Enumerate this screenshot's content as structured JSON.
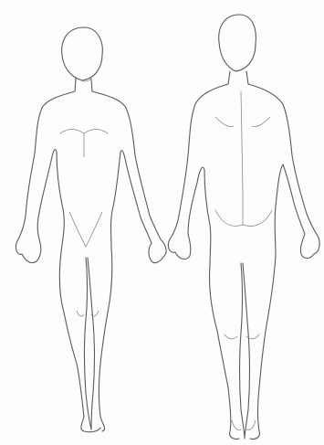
{
  "diagram": {
    "figures": [
      {
        "view": "front",
        "icon": "body-front-outline"
      },
      {
        "view": "back",
        "icon": "body-back-outline"
      }
    ],
    "colors": {
      "background": "#fdfdfd",
      "line": "#5a5a5a",
      "detail": "#8a8a8a"
    }
  }
}
